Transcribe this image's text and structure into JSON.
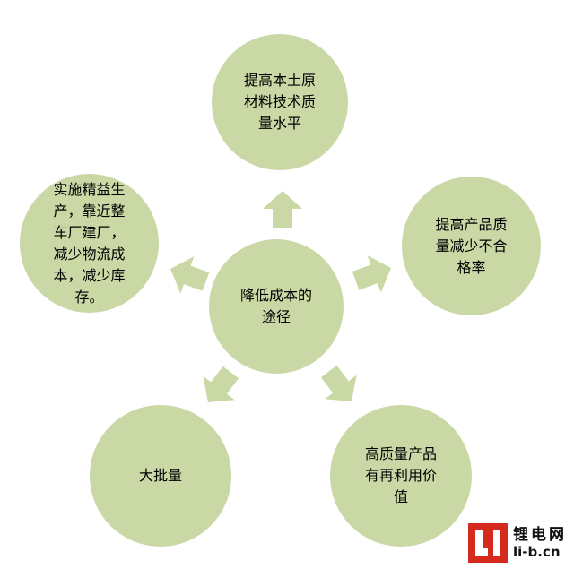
{
  "diagram": {
    "center": "降低成本的\n途径",
    "top": "提高本土原\n材料技术质\n量水平",
    "right": "提高产品质\n量减少不合\n格率",
    "left": "实施精益生\n产，靠近整\n车厂建厂，\n减少物流成\n本，减少库\n存。",
    "bottom_left": "大批量",
    "bottom_right": "高质量产品\n有再利用价\n值"
  },
  "colors": {
    "node_fill": "#c9d8a5",
    "arrow_fill": "#c9d8a5",
    "logo_red": "#d62a1e"
  },
  "watermark": {
    "cn": "锂电网",
    "url": "li-b.cn"
  }
}
